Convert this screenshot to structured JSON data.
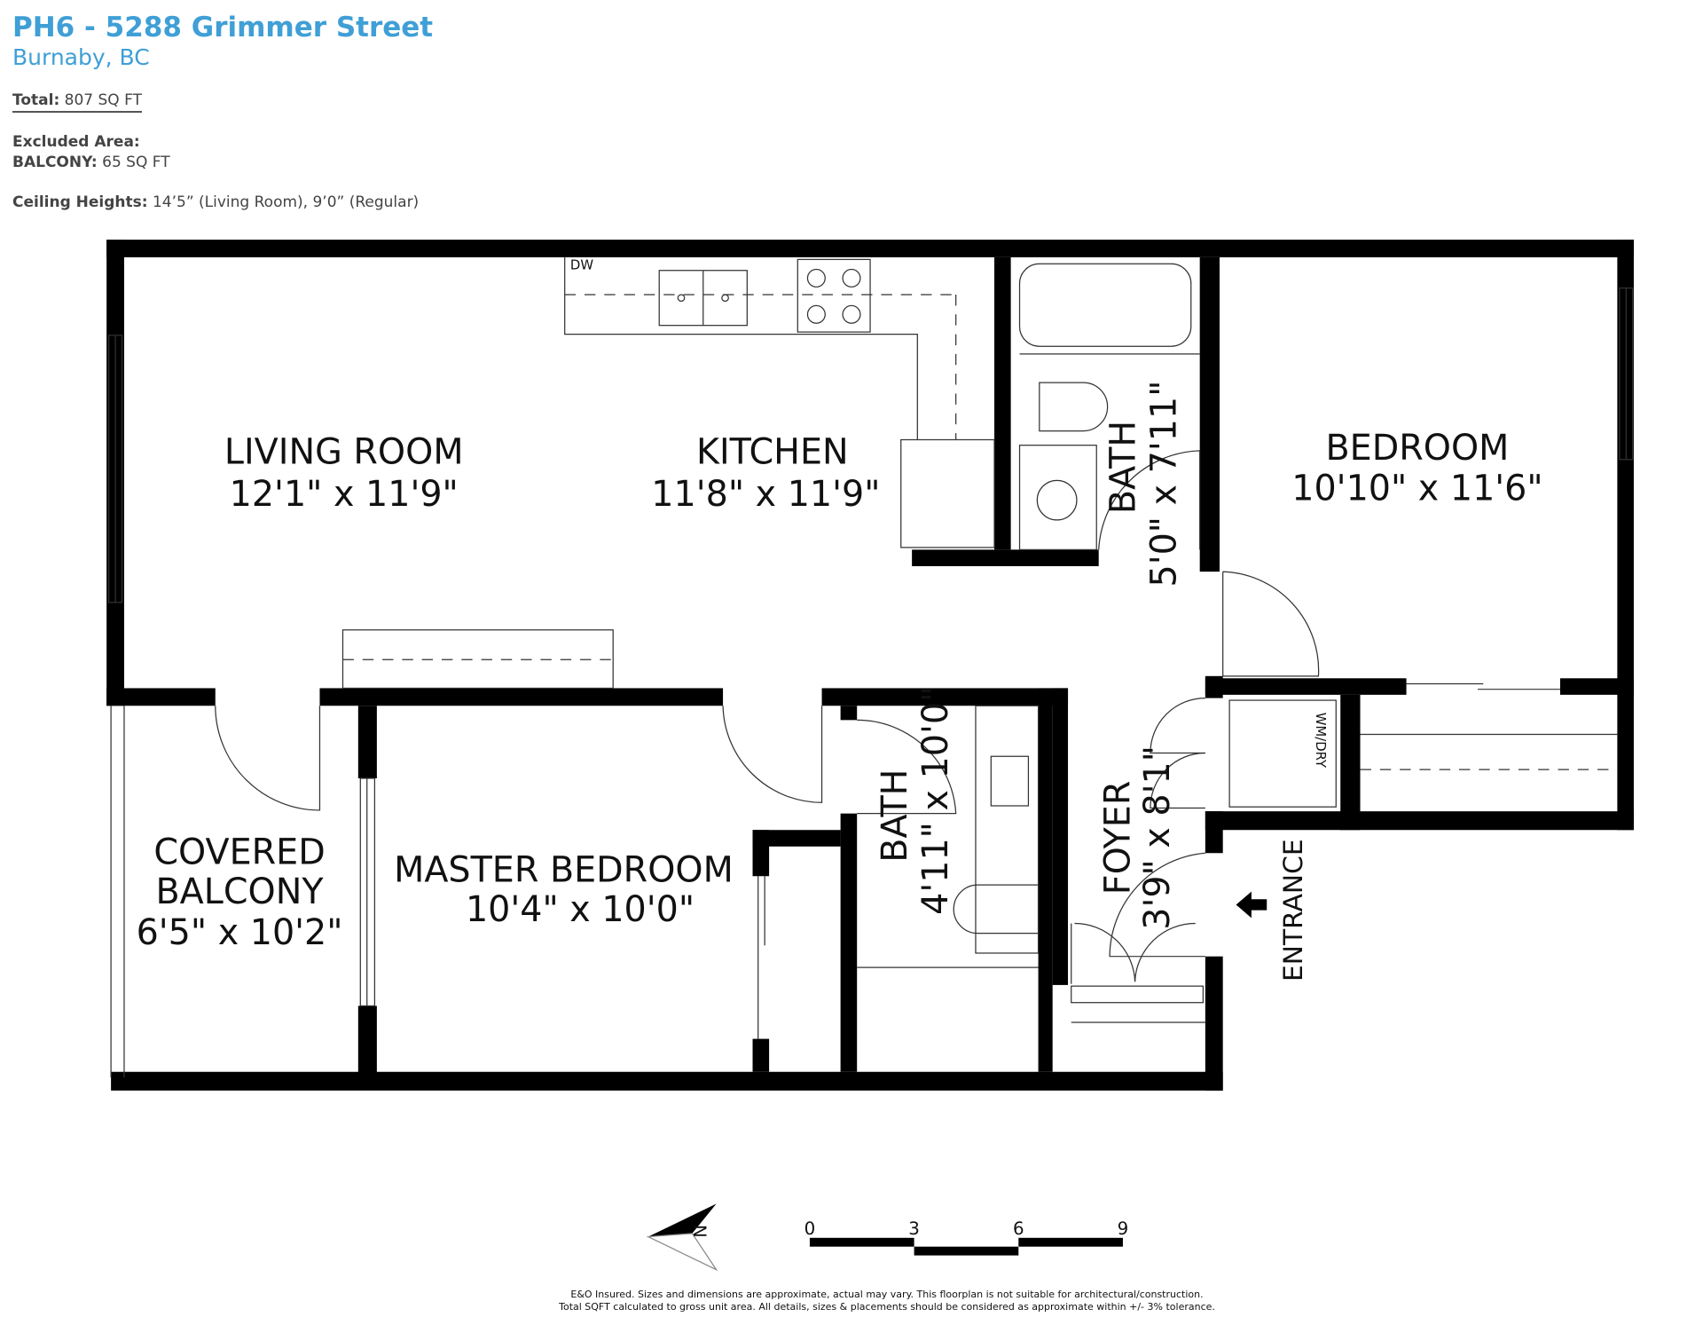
{
  "header": {
    "title": "PH6 - 5288 Grimmer Street",
    "city": "Burnaby, BC",
    "total_label": "Total:",
    "total_value": "807 SQ FT",
    "excluded_label": "Excluded Area:",
    "balcony_label": "BALCONY:",
    "balcony_value": "65 SQ FT",
    "ceiling_label": "Ceiling Heights:",
    "ceiling_value": "14’5” (Living Room), 9’0” (Regular)"
  },
  "rooms": {
    "living": {
      "name": "LIVING ROOM",
      "dims": "12'1\" x 11'9\""
    },
    "kitchen": {
      "name": "KITCHEN",
      "dims": "11'8\" x 11'9\""
    },
    "bath1": {
      "name": "BATH",
      "dims": "5'0\" x 7'11\""
    },
    "bedroom": {
      "name": "BEDROOM",
      "dims": "10'10\" x 11'6\""
    },
    "balcony": {
      "name1": "COVERED",
      "name2": "BALCONY",
      "dims": "6'5\" x 10'2\""
    },
    "master": {
      "name": "MASTER BEDROOM",
      "dims": "10'4\" x 10'0\""
    },
    "bath2": {
      "name": "BATH",
      "dims": "4'11\" x 10'0\""
    },
    "foyer": {
      "name": "FOYER",
      "dims": "3'9\" x 8'1\""
    }
  },
  "labels": {
    "dw": "DW",
    "wmdry": "WM/DRY",
    "entrance": "ENTRANCE",
    "north": "N"
  },
  "scale": {
    "ticks": [
      "0",
      "3",
      "6",
      "9"
    ]
  },
  "footer": {
    "line1": "E&O Insured. Sizes and dimensions are approximate, actual may vary. This floorplan is not suitable for architectural/construction.",
    "line2": "Total SQFT calculated to gross unit area. All details, sizes & placements should be considered as approximate within +/- 3% tolerance."
  }
}
